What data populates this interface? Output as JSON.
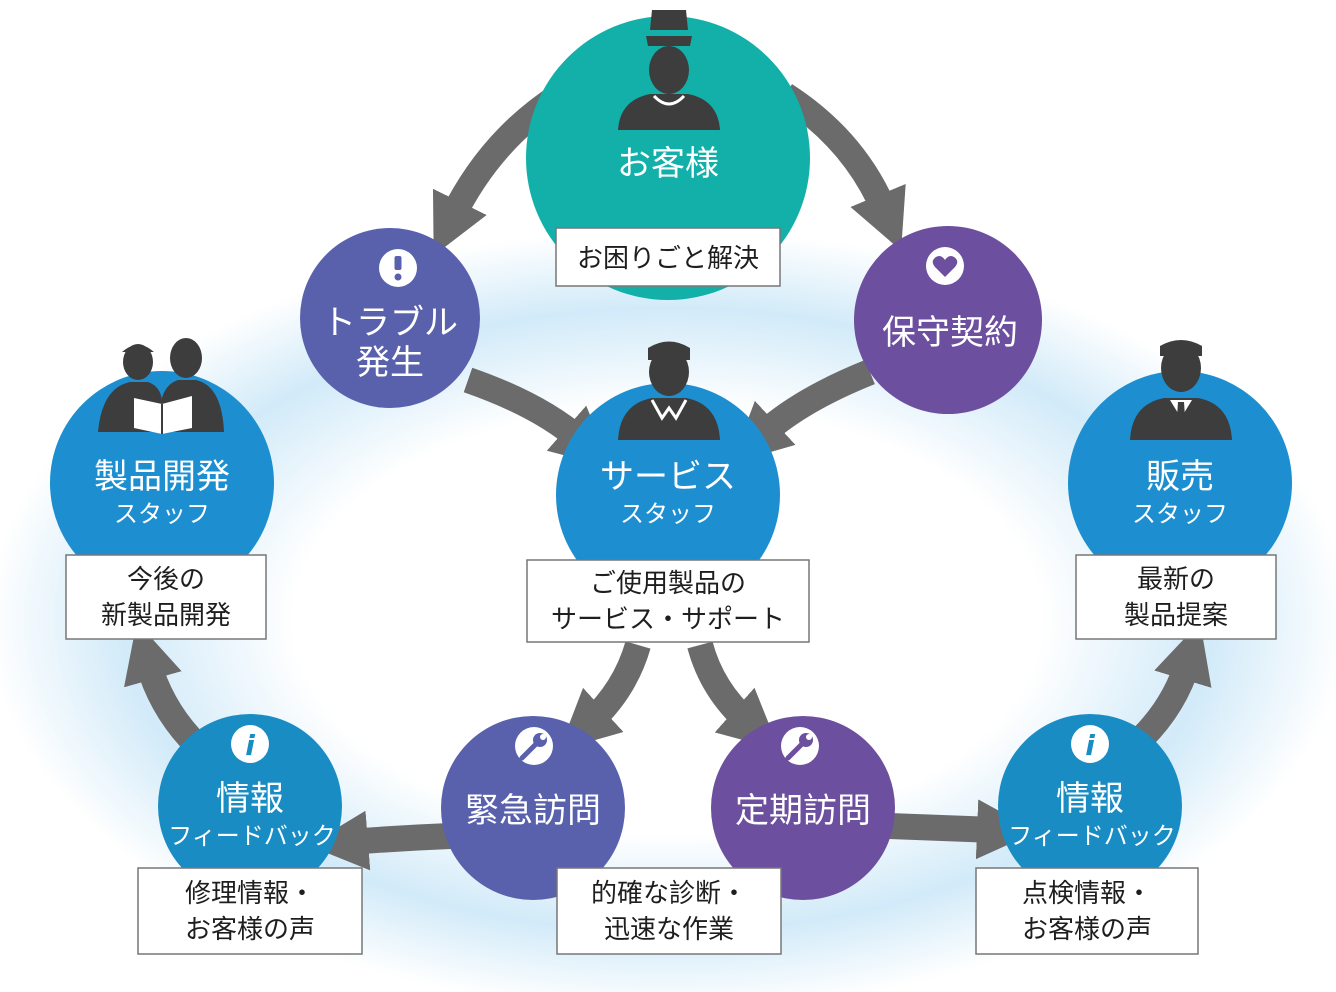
{
  "colors": {
    "teal": "#12b0a8",
    "blue": "#1d8fd0",
    "cyan_blue": "#1a8cc4",
    "indigo": "#5961ad",
    "purple": "#6d4f9f",
    "arrow": "#6b6b6b",
    "silhouette": "#3d3d3d",
    "glow": "#cde8f8"
  },
  "nodes": {
    "customer": {
      "title": "お客様",
      "icon": "chef-silhouette-icon"
    },
    "trouble": {
      "line1": "トラブル",
      "line2": "発生",
      "icon": "exclamation-icon"
    },
    "contract": {
      "title": "保守契約",
      "icon": "heart-icon"
    },
    "service": {
      "title": "サービス",
      "subtitle": "スタッフ",
      "icon": "staff-silhouette-icon"
    },
    "product_dev": {
      "title": "製品開発",
      "subtitle": "スタッフ",
      "icon": "engineers-silhouette-icon"
    },
    "sales": {
      "title": "販売",
      "subtitle": "スタッフ",
      "icon": "businessman-silhouette-icon"
    },
    "emergency": {
      "title": "緊急訪問",
      "icon": "wrench-icon"
    },
    "regular": {
      "title": "定期訪問",
      "icon": "wrench-icon"
    },
    "feedback_left": {
      "title": "情報",
      "subtitle": "フィードバック",
      "icon": "info-icon"
    },
    "feedback_right": {
      "title": "情報",
      "subtitle": "フィードバック",
      "icon": "info-icon"
    }
  },
  "boxes": {
    "customer": [
      "お困りごと解決"
    ],
    "service": [
      "ご使用製品の",
      "サービス・サポート"
    ],
    "product_dev": [
      "今後の",
      "新製品開発"
    ],
    "sales": [
      "最新の",
      "製品提案"
    ],
    "emergency": [
      "的確な診断・",
      "迅速な作業"
    ],
    "feedback_left": [
      "修理情報・",
      "お客様の声"
    ],
    "feedback_right": [
      "点検情報・",
      "お客様の声"
    ]
  }
}
